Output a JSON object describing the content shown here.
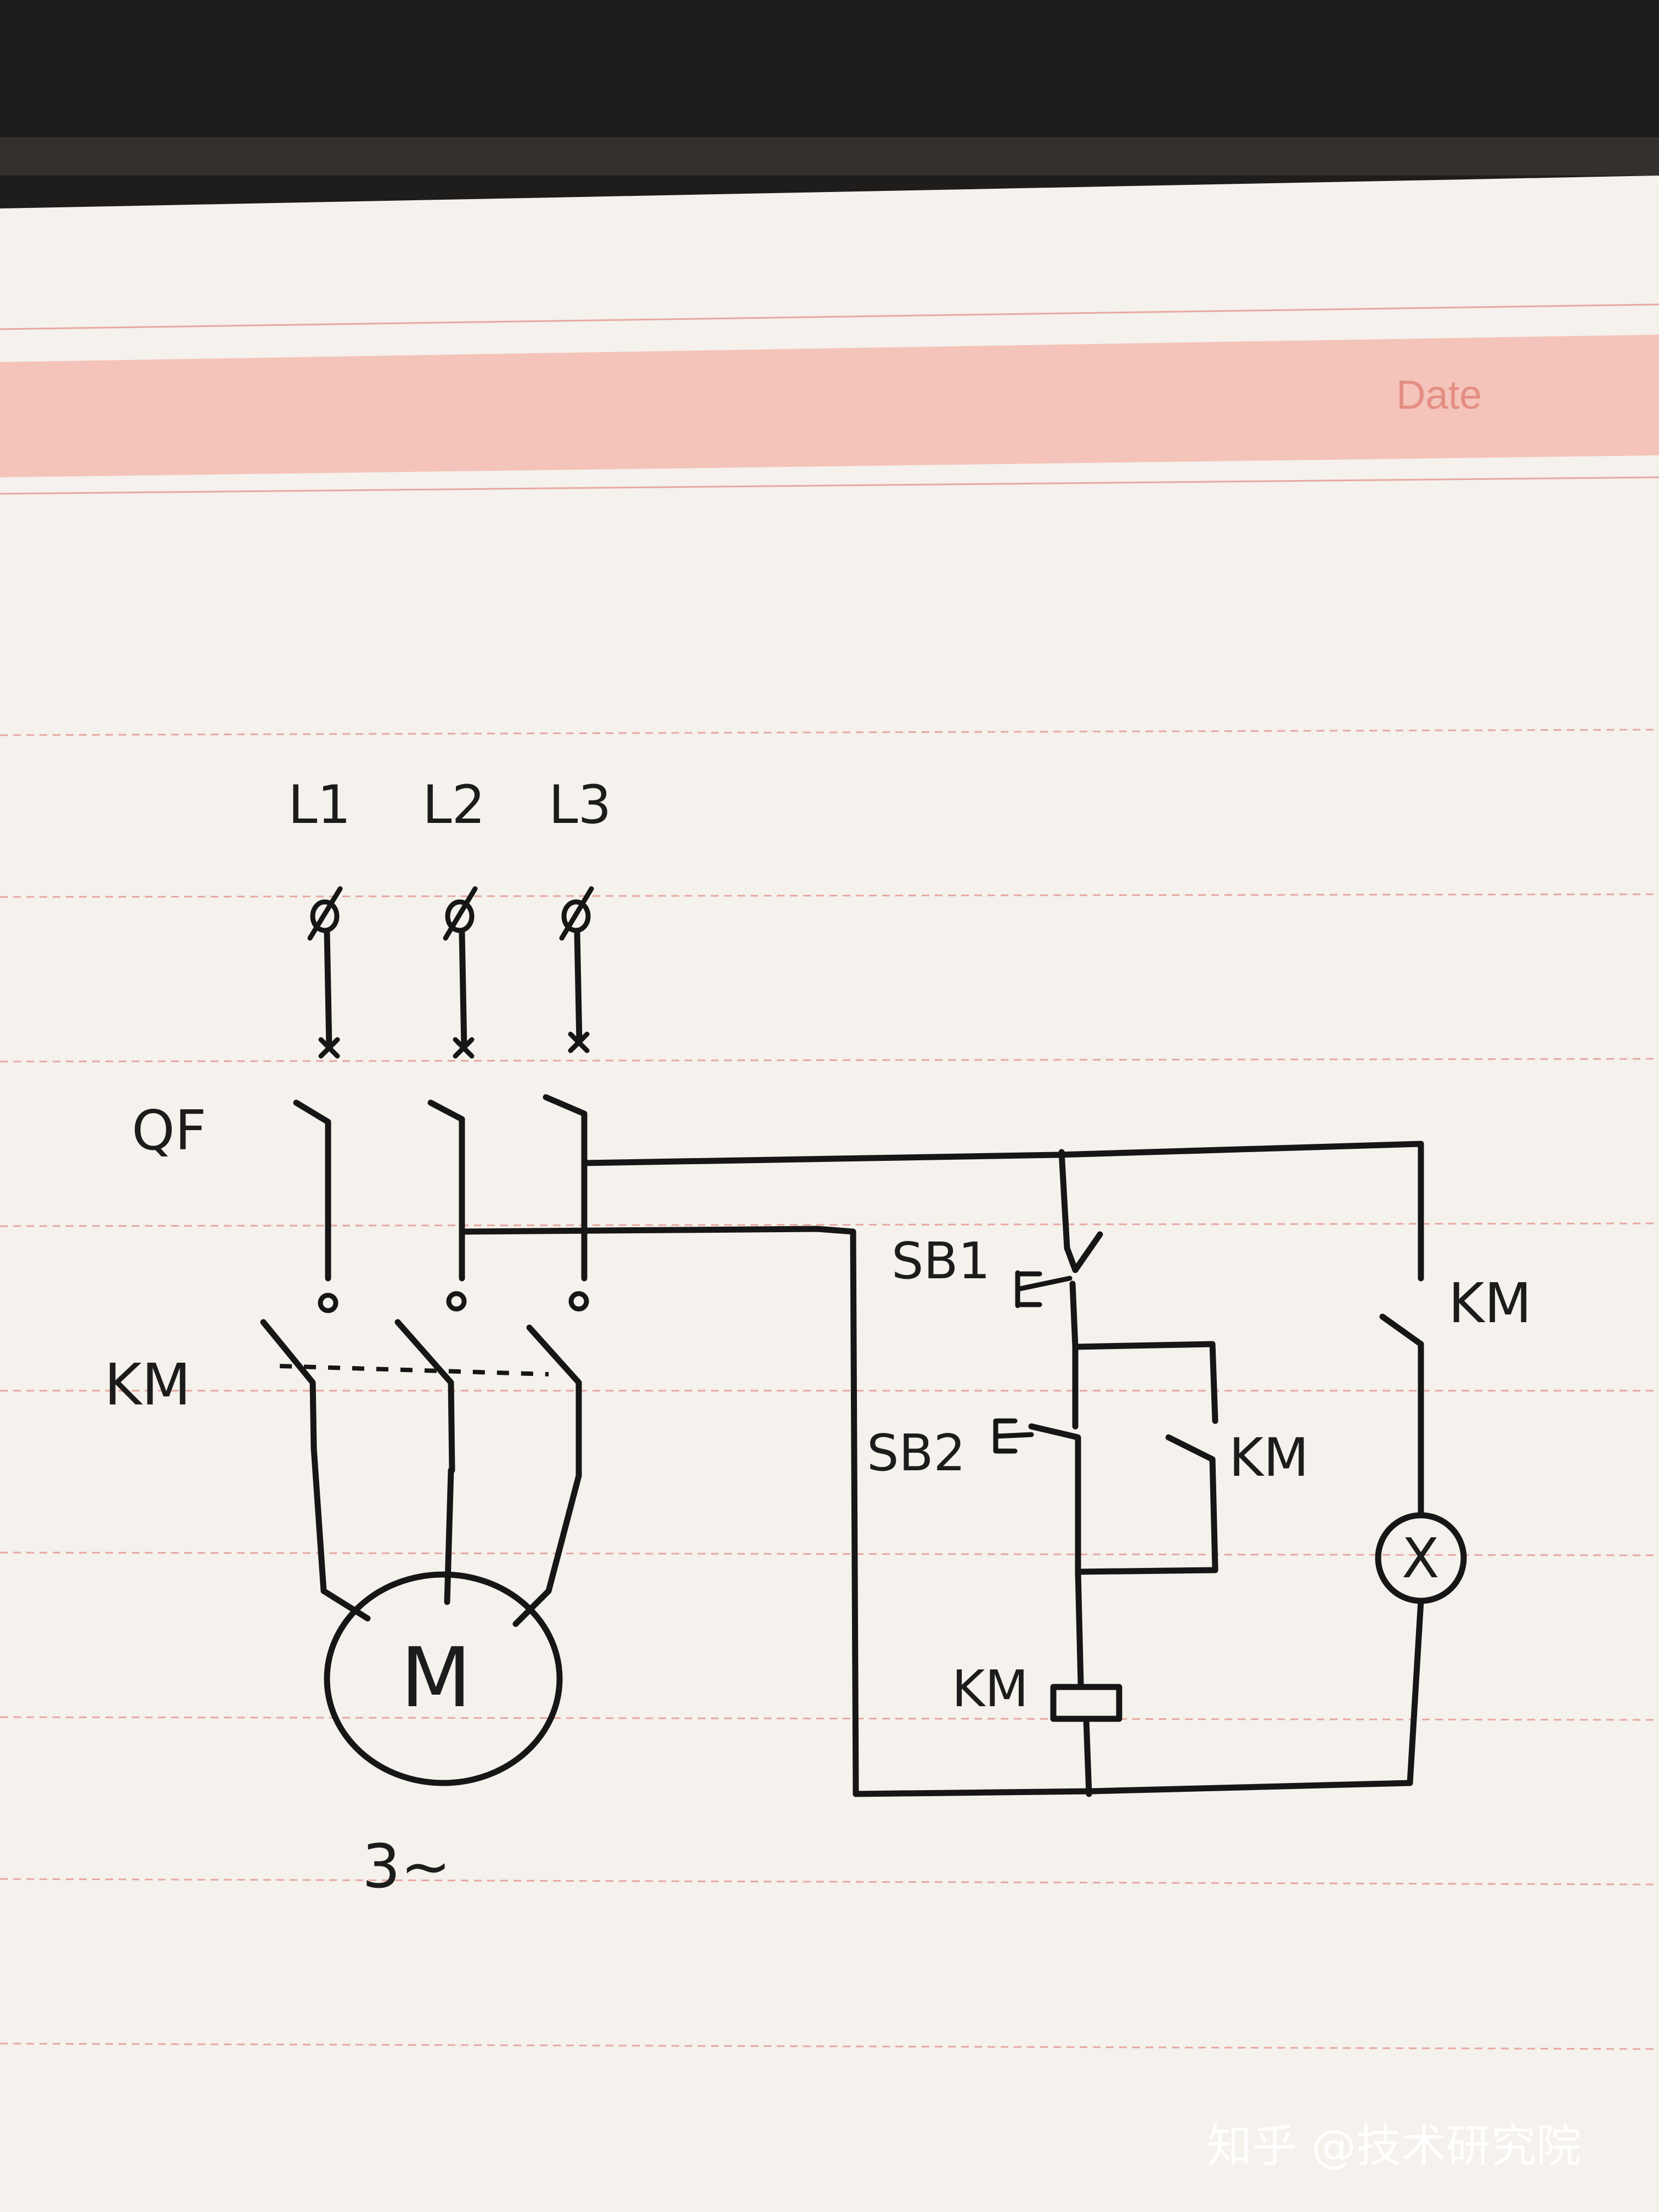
{
  "notebook": {
    "header_label": "Date"
  },
  "supply": {
    "phase_labels": [
      "L1",
      "L2",
      "L3"
    ]
  },
  "main_circuit": {
    "breaker_label": "QF",
    "contactor_label": "KM",
    "motor_symbol": "M",
    "motor_caption": "3~"
  },
  "control_circuit": {
    "stop_button_label": "SB1",
    "start_button_label": "SB2",
    "holding_contact_label": "KM",
    "coil_label": "KM",
    "indicator_contact_label": "KM",
    "indicator_symbol": "X"
  },
  "watermark": {
    "text": "知乎 @技术研究院"
  },
  "colors": {
    "ink": "#161616",
    "paper": "#f7f3ee",
    "header_band": "#f4c2b8",
    "ruled_line": "#e6a8a0",
    "date_text": "#e48e83"
  }
}
